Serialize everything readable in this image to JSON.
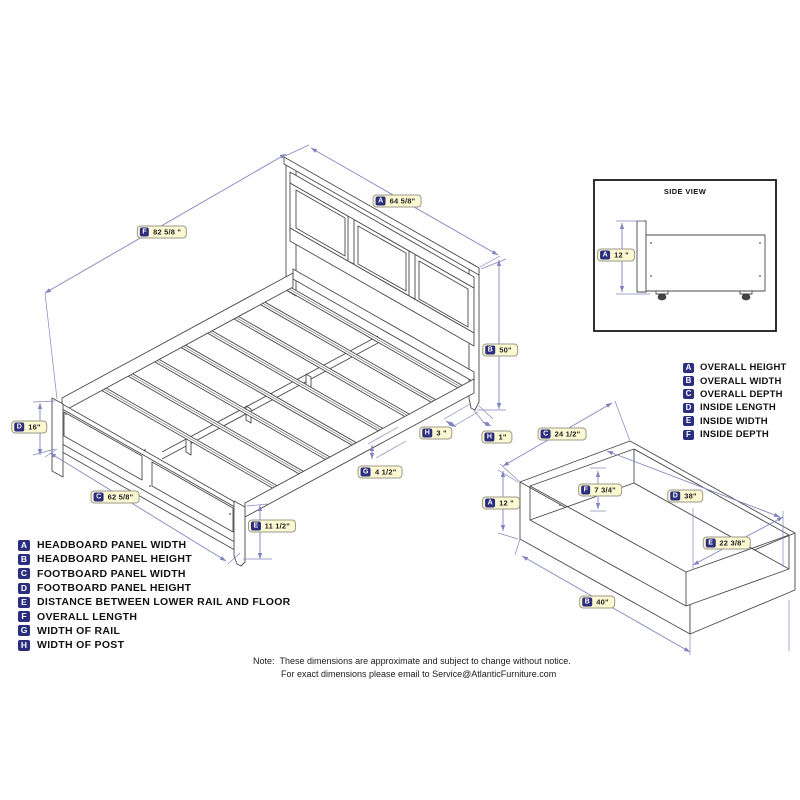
{
  "diagram": {
    "bed": {
      "dims": {
        "F": {
          "letter": "F",
          "value": "82 5/8 \""
        },
        "A": {
          "letter": "A",
          "value": "64 5/8\""
        },
        "B": {
          "letter": "B",
          "value": "50\""
        },
        "D": {
          "letter": "D",
          "value": "16\""
        },
        "C": {
          "letter": "C",
          "value": "62 5/8\""
        },
        "E": {
          "letter": "E",
          "value": "11 1/2\""
        },
        "G": {
          "letter": "G",
          "value": "4 1/2\""
        },
        "H_post": {
          "letter": "H",
          "value": "3 \""
        },
        "H_foot": {
          "letter": "H",
          "value": "1\""
        }
      },
      "legend": [
        {
          "letter": "A",
          "label": "HEADBOARD PANEL WIDTH"
        },
        {
          "letter": "B",
          "label": "HEADBOARD PANEL HEIGHT"
        },
        {
          "letter": "C",
          "label": "FOOTBOARD PANEL WIDTH"
        },
        {
          "letter": "D",
          "label": "FOOTBOARD PANEL HEIGHT"
        },
        {
          "letter": "E",
          "label": "DISTANCE BETWEEN LOWER RAIL AND FLOOR"
        },
        {
          "letter": "F",
          "label": "OVERALL LENGTH"
        },
        {
          "letter": "G",
          "label": "WIDTH OF RAIL"
        },
        {
          "letter": "H",
          "label": "WIDTH OF POST"
        }
      ]
    },
    "side_view": {
      "title": "SIDE VIEW",
      "dims": {
        "A": {
          "letter": "A",
          "value": "12 \""
        }
      }
    },
    "drawer": {
      "dims": {
        "C": {
          "letter": "C",
          "value": "24 1/2\""
        },
        "A": {
          "letter": "A",
          "value": "12 \""
        },
        "F": {
          "letter": "F",
          "value": "7 3/4\""
        },
        "D": {
          "letter": "D",
          "value": "38\""
        },
        "E": {
          "letter": "E",
          "value": "22 3/8\""
        },
        "B": {
          "letter": "B",
          "value": "40\""
        }
      },
      "legend": [
        {
          "letter": "A",
          "label": "OVERALL HEIGHT"
        },
        {
          "letter": "B",
          "label": "OVERALL WIDTH"
        },
        {
          "letter": "C",
          "label": "OVERALL DEPTH"
        },
        {
          "letter": "D",
          "label": "INSIDE LENGTH"
        },
        {
          "letter": "E",
          "label": "INSIDE WIDTH"
        },
        {
          "letter": "F",
          "label": "INSIDE DEPTH"
        }
      ]
    },
    "note": {
      "prefix": "Note:",
      "line1": "These dimensions are approximate and subject to change without notice.",
      "line2": "For exact dimensions please email to Service@AtlanticFurniture.com"
    }
  },
  "colors": {
    "dim": "#8285bd",
    "line": "#4a4a4a",
    "badge": "#2b2d7e",
    "pillbg": "#fcf8d2",
    "pillborder": "#9a9a8a",
    "text": "#111111"
  }
}
